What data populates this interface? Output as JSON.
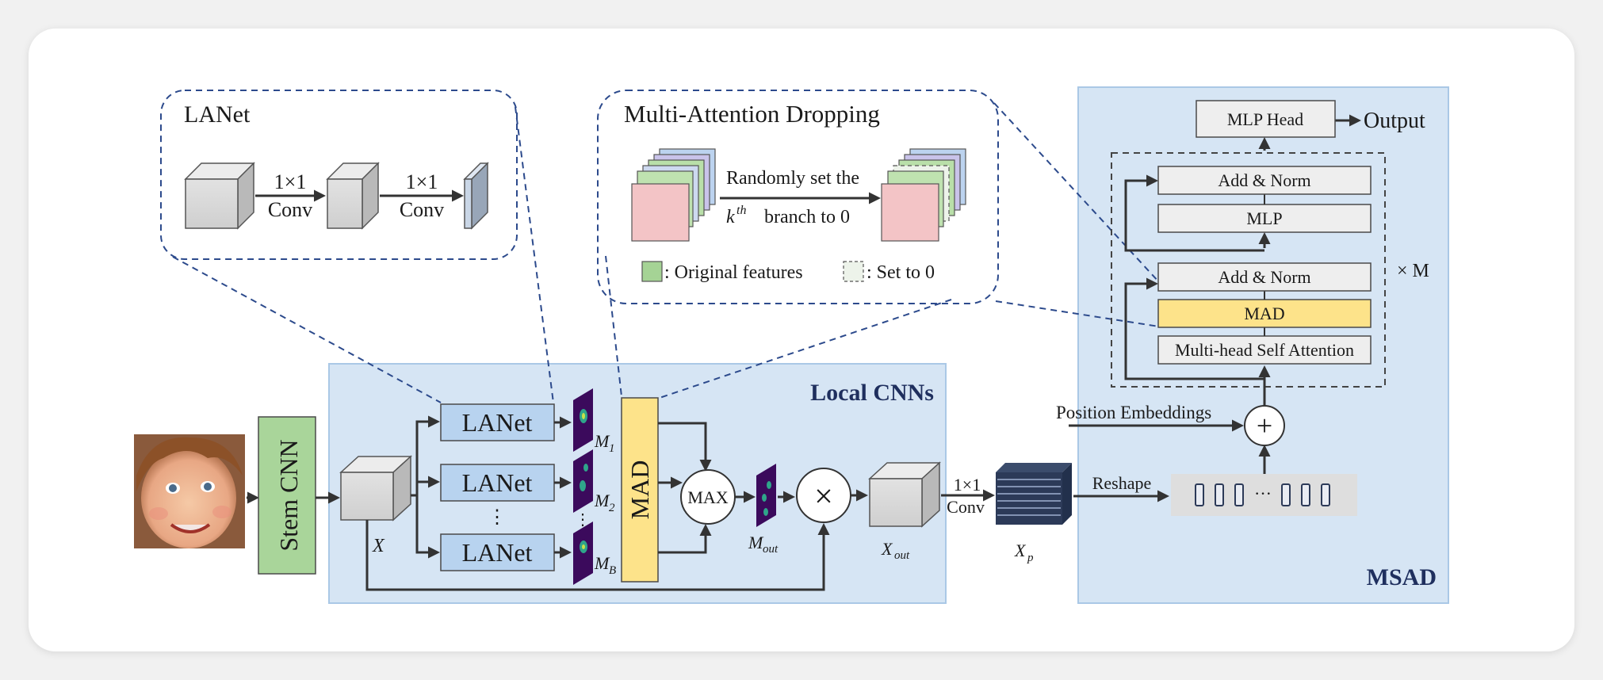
{
  "lanet_panel": {
    "title": "LANet",
    "conv1": [
      "1×1",
      "Conv"
    ],
    "conv2": [
      "1×1",
      "Conv"
    ]
  },
  "mad_panel": {
    "title": "Multi-Attention Dropping",
    "arrow_text_1": "Randomly set the",
    "arrow_text_2_sup": "th",
    "arrow_text_2_k": "k",
    "arrow_text_2_rest": "branch to 0",
    "legend_original": ": Original features",
    "legend_set0": ": Set to 0"
  },
  "local_cnns": {
    "label": "Local CNNs",
    "lanet_labels": [
      "LANet",
      "LANet",
      "LANet"
    ],
    "vdots": "⋮",
    "map_labels": [
      {
        "base": "M",
        "sub": "1"
      },
      {
        "base": "M",
        "sub": "2"
      },
      {
        "base": "M",
        "sub": "B"
      }
    ],
    "map_dots": "⋮",
    "mad_label": "MAD",
    "max_label": "MAX",
    "multiply": "×",
    "x_label": "X",
    "mout": {
      "base": "M",
      "sub": "out"
    },
    "xout": {
      "base": "X",
      "sub": "out"
    }
  },
  "stem_label": "Stem CNN",
  "conv11": [
    "1×1",
    "Conv"
  ],
  "xp": {
    "base": "X",
    "sub": "p"
  },
  "reshape_label": "Reshape",
  "token_ellipsis": "···",
  "msad": {
    "label": "MSAD",
    "mlp_head": "MLP Head",
    "output": "Output",
    "add_norm_top": "Add & Norm",
    "mlp": "MLP",
    "add_norm_bottom": "Add & Norm",
    "mad": "MAD",
    "mhsa": "Multi-head Self Attention",
    "repeat": "× M",
    "position_embeddings": "Position Embeddings",
    "plus": "+"
  },
  "colors": {
    "panel_blue": "#d6e5f4",
    "panel_border": "#aac8e6",
    "lanet_box": "#b8d3ef",
    "stem_green": "#a9d59a",
    "mad_yellow": "#fde38a",
    "map_purple": "#3b0a5c",
    "dashed_navy": "#2c4a8c",
    "navy_text": "#1f2f5e",
    "pink": "#f3c4c6",
    "green_legend": "#a5d395"
  }
}
